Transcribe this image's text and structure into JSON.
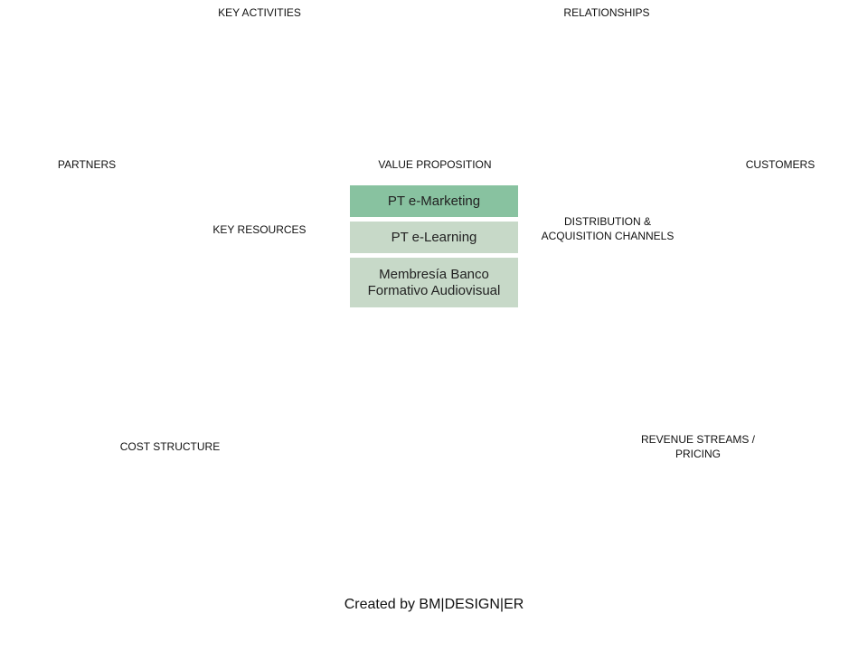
{
  "canvas": {
    "key_activities": "KEY ACTIVITIES",
    "relationships": "RELATIONSHIPS",
    "partners": "PARTNERS",
    "value_proposition": "VALUE PROPOSITION",
    "customers": "CUSTOMERS",
    "key_resources": "KEY RESOURCES",
    "distribution_channels": "DISTRIBUTION  &\nACQUISITION  CHANNELS",
    "cost_structure": "COST  STRUCTURE",
    "revenue_streams": "REVENUE  STREAMS  /\nPRICING"
  },
  "value_items": [
    {
      "label": "PT e-Marketing",
      "color": "#88c2a0"
    },
    {
      "label": "PT e-Learning",
      "color": "#c7d9c8"
    },
    {
      "label": "Membresía Banco\nFormativo Audiovisual",
      "color": "#c7d9c8"
    }
  ],
  "footer": "Created by BM|DESIGN|ER"
}
